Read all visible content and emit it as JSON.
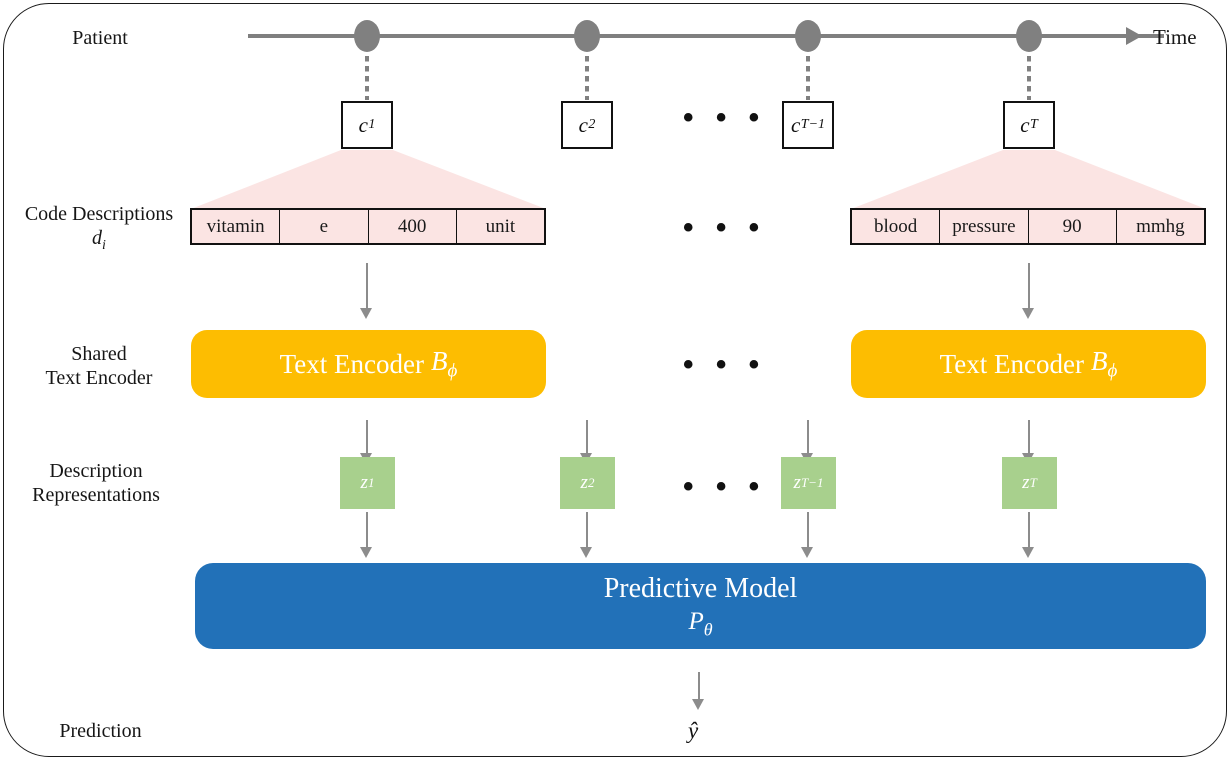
{
  "figure": {
    "title": "Patient timeline to predictive model architecture diagram"
  },
  "row_labels": {
    "patient": "Patient",
    "code_descriptions_line1": "Code Descriptions",
    "code_descriptions_line2": "d",
    "code_descriptions_sub": "i",
    "shared_encoder_line1": "Shared",
    "shared_encoder_line2": "Text Encoder",
    "description_reps_line1": "Description",
    "description_reps_line2": "Representations",
    "prediction": "Prediction"
  },
  "timeline": {
    "axis_label": "Time",
    "visits": [
      {
        "id": "c1",
        "base": "c",
        "sub": "1"
      },
      {
        "id": "c2",
        "base": "c",
        "sub": "2"
      },
      {
        "id": "cT-1",
        "base": "c",
        "sub": "T−1"
      },
      {
        "id": "cT",
        "base": "c",
        "sub": "T"
      }
    ]
  },
  "descriptions": [
    {
      "for": "c1",
      "tokens": [
        "vitamin",
        "e",
        "400",
        "unit"
      ]
    },
    {
      "for": "cT",
      "tokens": [
        "blood",
        "pressure",
        "90",
        "mmhg"
      ]
    }
  ],
  "encoders": [
    {
      "label": "Text Encoder",
      "symbol": "B",
      "symbol_sub": "ϕ"
    },
    {
      "label": "Text Encoder",
      "symbol": "B",
      "symbol_sub": "ϕ"
    }
  ],
  "representations": [
    {
      "base": "z",
      "sub": "1"
    },
    {
      "base": "z",
      "sub": "2"
    },
    {
      "base": "z",
      "sub": "T−1"
    },
    {
      "base": "z",
      "sub": "T"
    }
  ],
  "predictive_model": {
    "title": "Predictive Model",
    "symbol": "P",
    "symbol_sub": "θ"
  },
  "output": {
    "label": "ŷ"
  },
  "ellipses": {
    "code_row": "• • •",
    "desc_row": "• • •",
    "encoder_row": "• • •",
    "z_row": "• • •"
  },
  "colors": {
    "frame_border": "#1a1a1a",
    "timeline_gray": "#808080",
    "pink_fill": "#fbe4e3",
    "encoder_orange": "#fdbd01",
    "representation_green": "#a8d08d",
    "model_blue": "#2271b8",
    "arrow_gray": "#8c8c8c",
    "text_dark": "#161616"
  }
}
